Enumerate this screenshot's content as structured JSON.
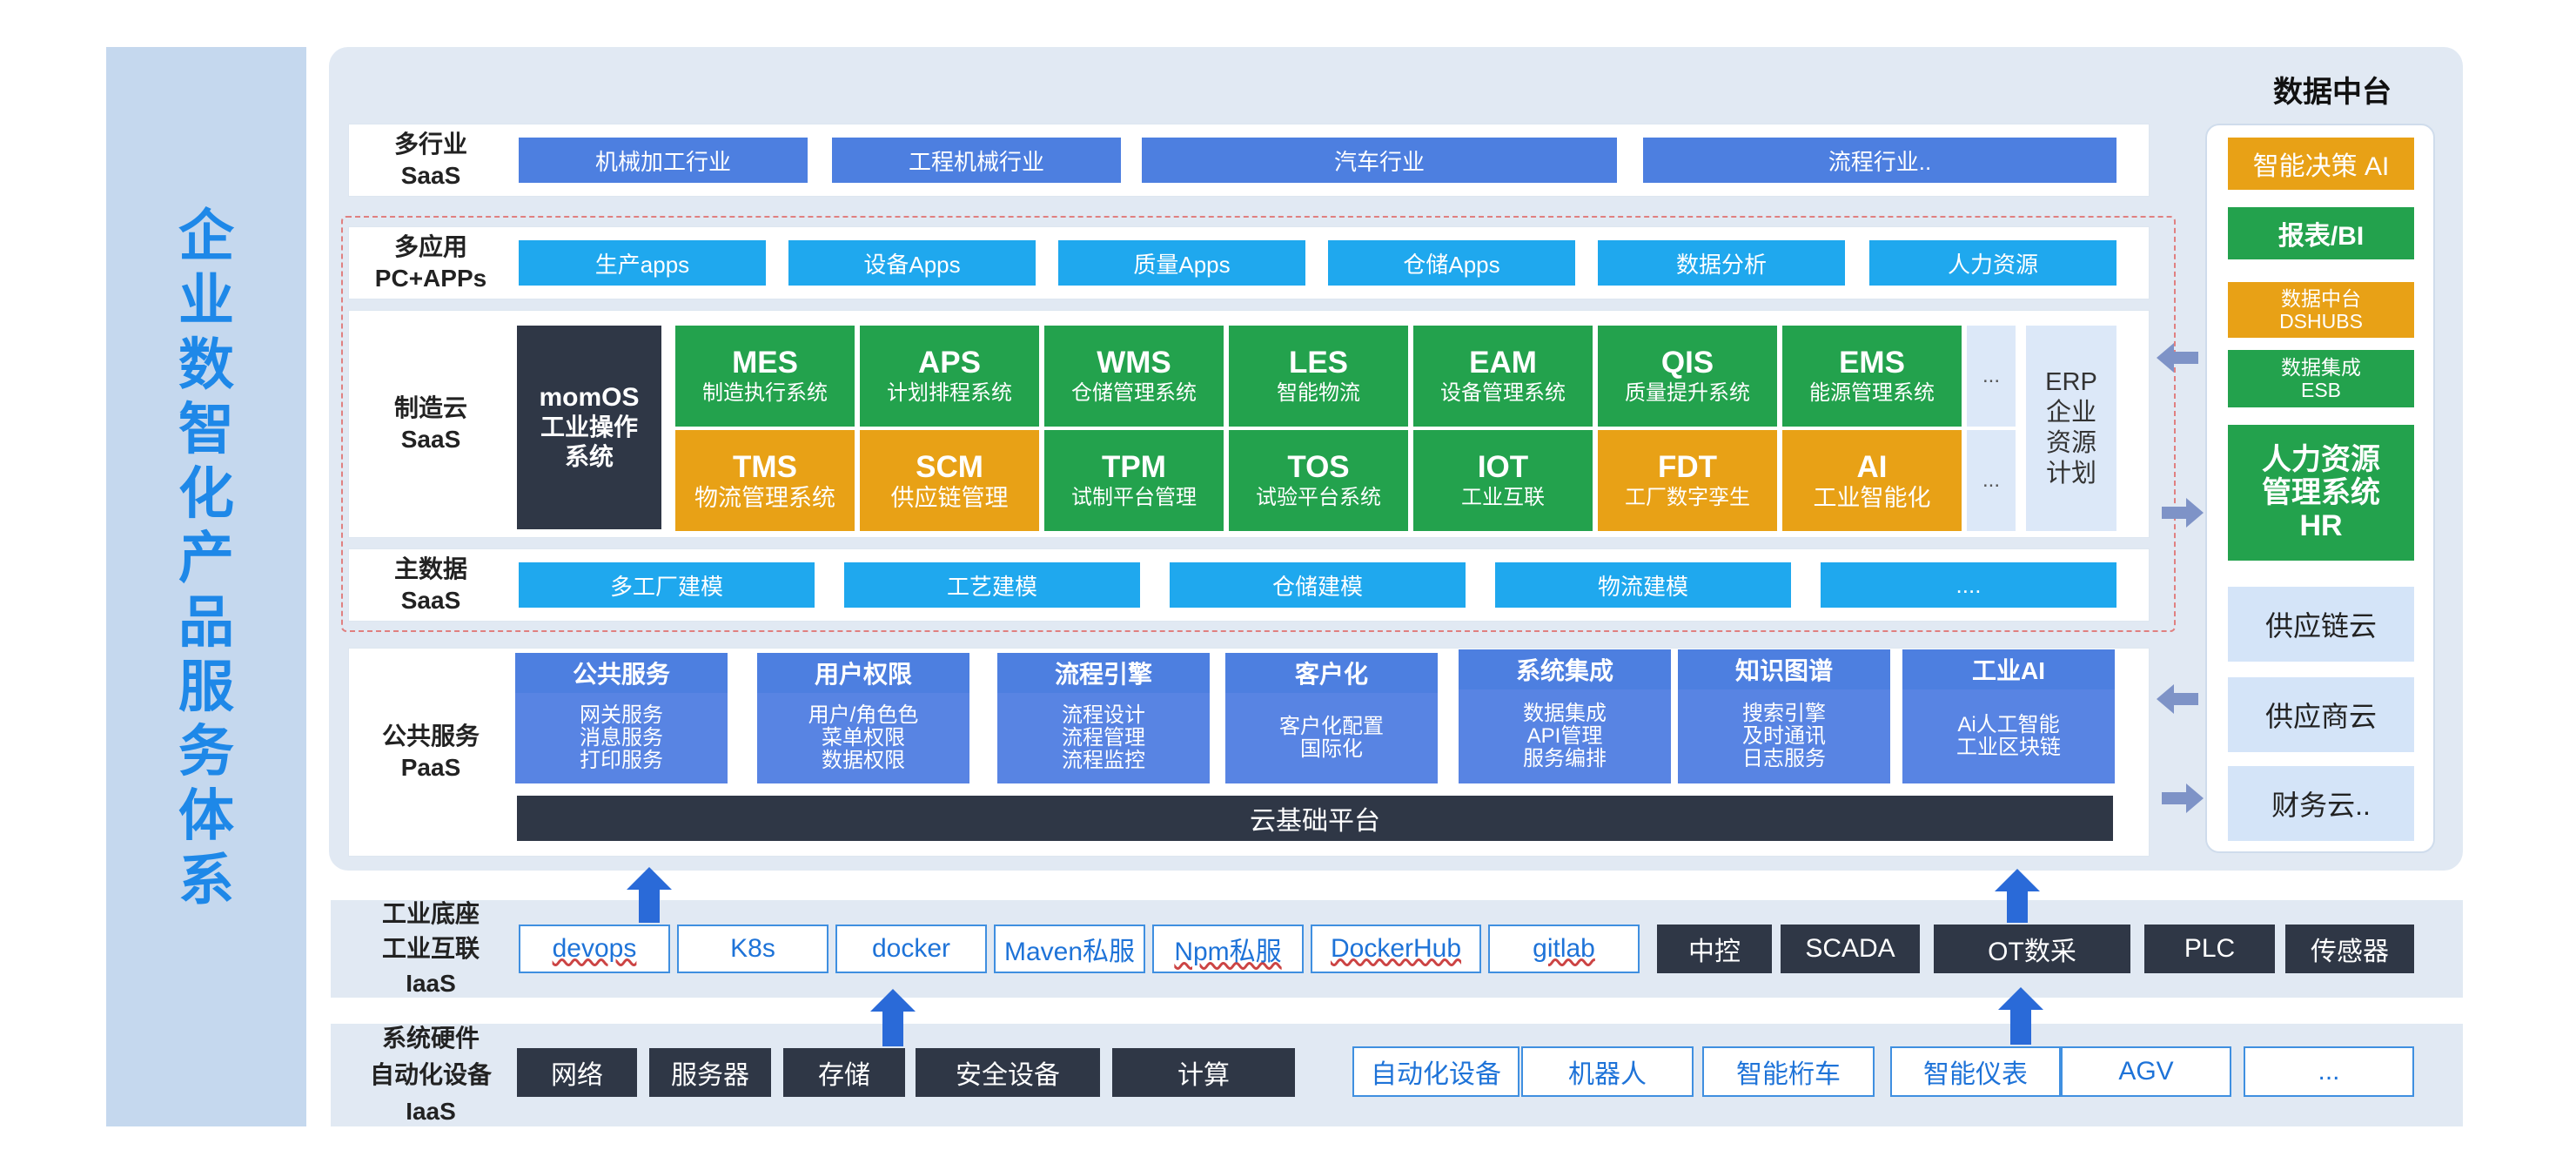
{
  "side_title": [
    "企",
    "业",
    "数",
    "智",
    "化",
    "产",
    "品",
    "服",
    "务",
    "体",
    "系"
  ],
  "data_center": {
    "title": "数据中台",
    "items": [
      {
        "l1": "智能决策 AI",
        "l2": ""
      },
      {
        "l1": "报表/BI",
        "l2": ""
      },
      {
        "l1": "数据中台",
        "l2": "DSHUBS"
      },
      {
        "l1": "数据集成",
        "l2": "ESB"
      }
    ],
    "hr": [
      "人力资源",
      "管理系统",
      "HR"
    ],
    "clouds": [
      "供应链云",
      "供应商云",
      "财务云.."
    ]
  },
  "rows": {
    "industry": {
      "label": [
        "多行业",
        "SaaS"
      ],
      "items": [
        "机械加工行业",
        "工程机械行业",
        "汽车行业",
        "流程行业.."
      ]
    },
    "apps": {
      "label": [
        "多应用",
        "PC+APPs"
      ],
      "items": [
        "生产apps",
        "设备Apps",
        "质量Apps",
        "仓储Apps",
        "数据分析",
        "人力资源"
      ]
    },
    "mfg": {
      "label": [
        "制造云",
        "SaaS"
      ],
      "momos": [
        "momOS",
        "工业操作",
        "系统"
      ],
      "top": [
        {
          "t": "MES",
          "s": "制造执行系统"
        },
        {
          "t": "APS",
          "s": "计划排程系统"
        },
        {
          "t": "WMS",
          "s": "仓储管理系统"
        },
        {
          "t": "LES",
          "s": "智能物流"
        },
        {
          "t": "EAM",
          "s": "设备管理系统"
        },
        {
          "t": "QIS",
          "s": "质量提升系统"
        },
        {
          "t": "EMS",
          "s": "能源管理系统"
        }
      ],
      "bottom": [
        {
          "t": "TMS",
          "s": "物流管理系统"
        },
        {
          "t": "SCM",
          "s": "供应链管理"
        },
        {
          "t": "TPM",
          "s": "试制平台管理"
        },
        {
          "t": "TOS",
          "s": "试验平台系统"
        },
        {
          "t": "IOT",
          "s": "工业互联"
        },
        {
          "t": "FDT",
          "s": "工厂数字孪生"
        },
        {
          "t": "AI",
          "s": "工业智能化"
        }
      ],
      "ellipsis": [
        "...",
        "..."
      ],
      "erp": [
        "ERP",
        "企业",
        "资源",
        "计划"
      ]
    },
    "master": {
      "label": [
        "主数据",
        "SaaS"
      ],
      "items": [
        "多工厂建模",
        "工艺建模",
        "仓储建模",
        "物流建模",
        "...."
      ]
    },
    "paas": {
      "label": [
        "公共服务",
        "PaaS"
      ],
      "boxes": [
        {
          "title": "公共服务",
          "lines": [
            "网关服务",
            "消息服务",
            "打印服务"
          ]
        },
        {
          "title": "用户权限",
          "lines": [
            "用户/角色色",
            "菜单权限",
            "数据权限"
          ]
        },
        {
          "title": "流程引擎",
          "lines": [
            "流程设计",
            "流程管理",
            "流程监控"
          ]
        },
        {
          "title": "客户化",
          "lines": [
            "客户化配置",
            "国际化"
          ]
        },
        {
          "title": "系统集成",
          "lines": [
            "数据集成",
            "API管理",
            "服务编排"
          ]
        },
        {
          "title": "知识图谱",
          "lines": [
            "搜索引擎",
            "及时通讯",
            "日志服务"
          ]
        },
        {
          "title": "工业AI",
          "lines": [
            "Ai人工智能",
            "工业区块链"
          ]
        }
      ],
      "base": "云基础平台"
    }
  },
  "iaas1": {
    "label": [
      "工业底座",
      "工业互联",
      "IaaS"
    ],
    "tools": [
      "devops",
      "K8s",
      "docker",
      "Maven私服",
      "Npm私服",
      "DockerHub",
      "gitlab"
    ],
    "ot": [
      "中控",
      "SCADA",
      "OT数采",
      "PLC",
      "传感器"
    ]
  },
  "iaas2": {
    "label": [
      "系统硬件",
      "自动化设备",
      "IaaS"
    ],
    "hw": [
      "网络",
      "服务器",
      "存储",
      "安全设备",
      "计算"
    ],
    "devices": [
      "自动化设备",
      "机器人",
      "智能桁车",
      "智能仪表",
      "AGV",
      "..."
    ]
  },
  "colors": {
    "green": "#23a24d",
    "orange": "#e8a116",
    "blue": "#4d7fe0",
    "cyan": "#1fa8ee",
    "dark": "#2f3746",
    "title": "#1e88e8"
  }
}
